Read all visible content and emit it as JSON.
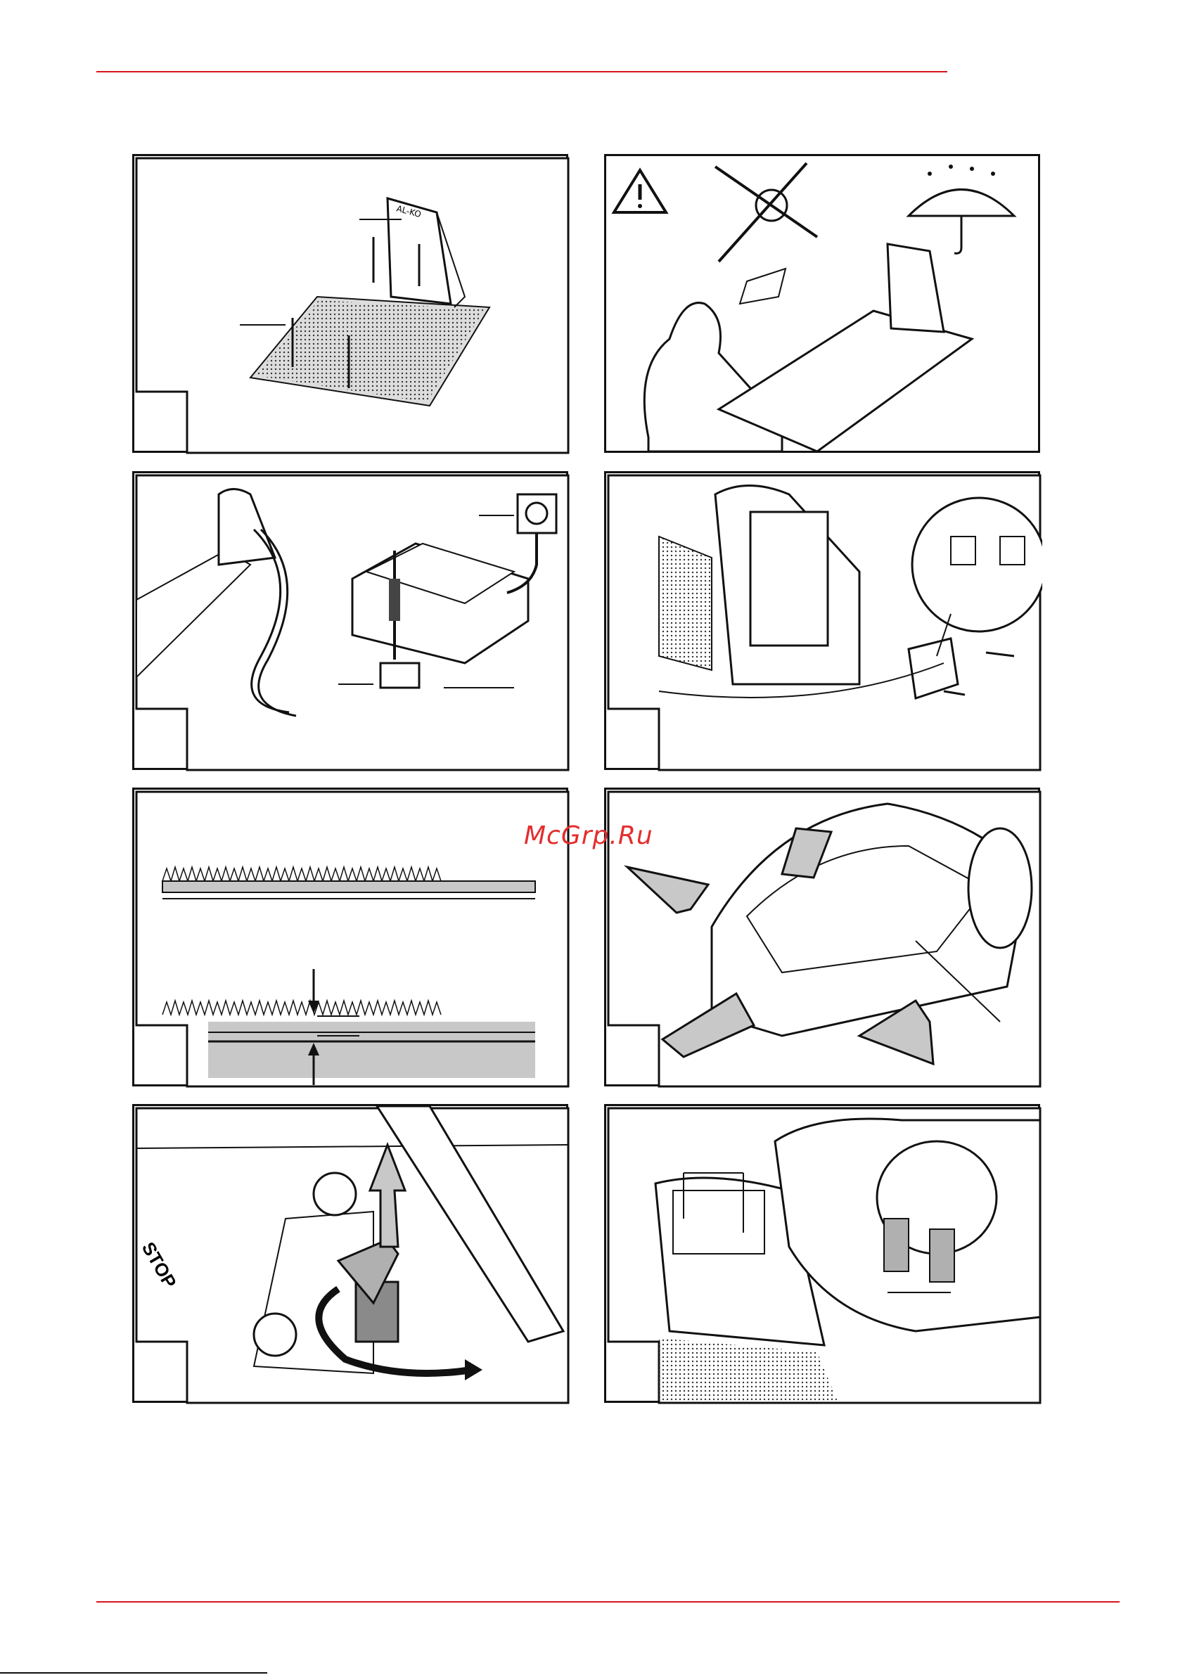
{
  "watermark": "McGrp.Ru",
  "panels": [
    {
      "id": "p1",
      "label": ""
    },
    {
      "id": "p2",
      "label": ""
    },
    {
      "id": "p3",
      "label": ""
    },
    {
      "id": "p4",
      "label": ""
    },
    {
      "id": "p5",
      "label": ""
    },
    {
      "id": "p6",
      "label": ""
    },
    {
      "id": "p7",
      "label": "STOP"
    },
    {
      "id": "p8",
      "label": ""
    }
  ],
  "brand_mark": "AL-KO",
  "colors": {
    "rule": "#d8141d",
    "watermark": "#e32d2d",
    "line": "#111111",
    "fill": "#c8c8c8"
  },
  "icons": [
    "warning-icon",
    "no-sun-icon",
    "umbrella-rain-icon"
  ]
}
